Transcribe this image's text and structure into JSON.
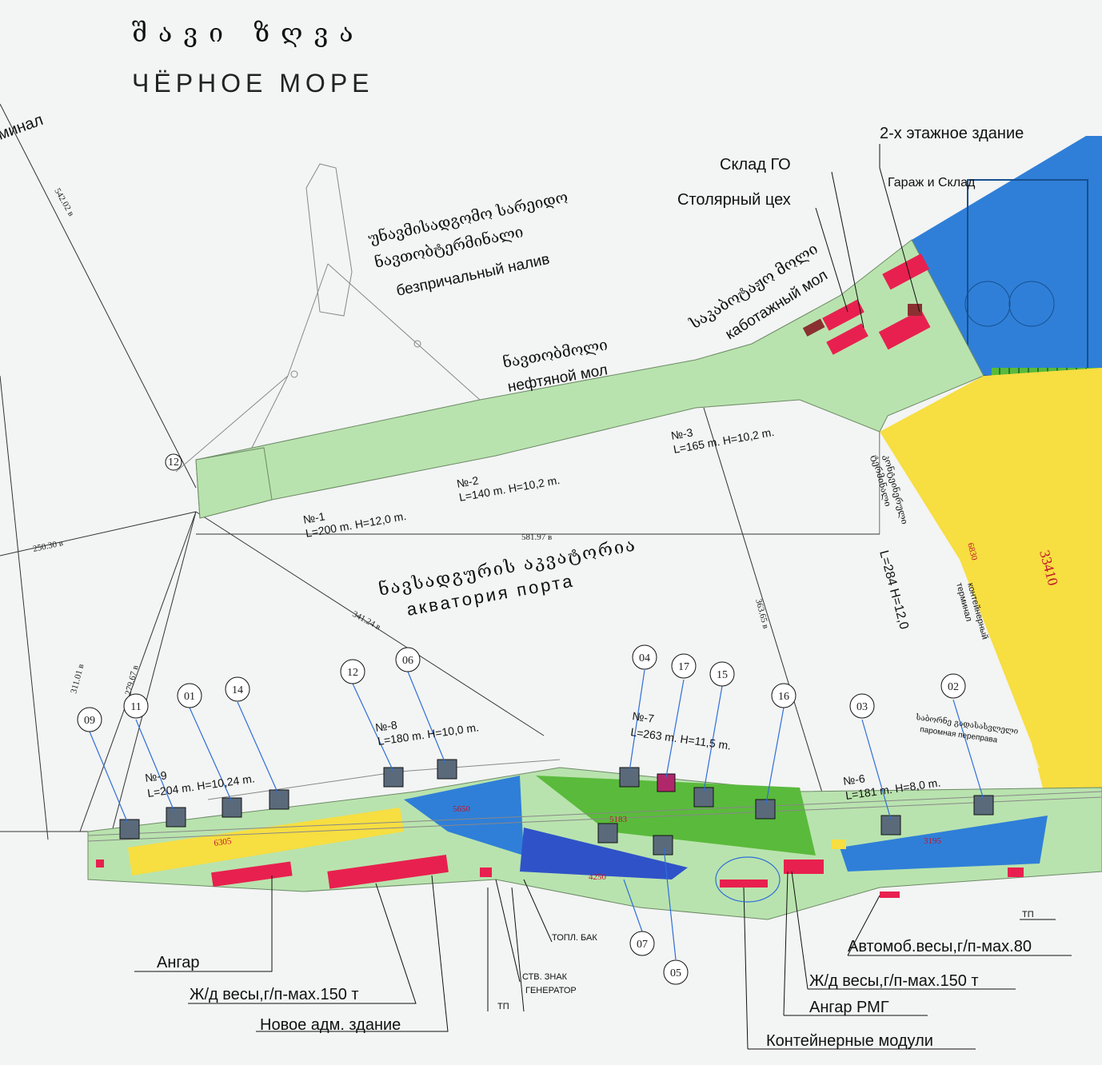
{
  "header": {
    "georgian_title": "შავი ზღვა",
    "russian_title": "ЧЁРНОЕ МОРЕ"
  },
  "top_left_cut": "минал",
  "areas": {
    "tankless_georgian_1": "უნავმისადგომო სარეიდო",
    "tankless_georgian_2": "ნავთობტერმინალი",
    "tankless_russian": "безпричальный налив",
    "oil_pier_georgian": "ნავთობმოლი",
    "oil_pier_russian": "нефтяной мол",
    "cabotage_georgian": "საკაბოტაჟო მოლი",
    "cabotage_russian": "каботажный мол",
    "water_georgian": "ნავსადგურის აკვატორია",
    "water_russian": "акватория порта",
    "container_term_georgian_1": "კონტეინერული",
    "container_term_georgian_2": "ტერმინალი",
    "container_term_russian_1": "контейнерный",
    "container_term_russian_2": "терминал",
    "ferry_georgian": "საბორნე გადასასვლელი",
    "ferry_russian": "паромная переправа"
  },
  "berths": [
    {
      "no": "№-1",
      "spec": "L=200 m. H=12,0 m."
    },
    {
      "no": "№-2",
      "spec": "L=140 m. H=10,2 m."
    },
    {
      "no": "№-3",
      "spec": "L=165 m. H=10,2 m."
    },
    {
      "no": "№-6",
      "spec": "L=181 m. H=8,0 m."
    },
    {
      "no": "№-7",
      "spec": "L=263 m. H=11,5 m."
    },
    {
      "no": "№-8",
      "spec": "L=180 m. H=10,0 m."
    },
    {
      "no": "№-9",
      "spec": "L=204 m. H=10,24 m."
    },
    {
      "no": "",
      "spec": "L=284  H=12,0"
    }
  ],
  "distances": [
    "542.02 в",
    "250.30 в",
    "581.97 в",
    "341.24 в",
    "363.65 в",
    "311.01 в",
    "279.67 в"
  ],
  "area_values": [
    "6305",
    "5650",
    "5183",
    "4250",
    "3195",
    "6830",
    "33410"
  ],
  "markers": [
    "09",
    "11",
    "01",
    "14",
    "12",
    "06",
    "04",
    "17",
    "15",
    "16",
    "03",
    "02",
    "07",
    "05",
    "12"
  ],
  "buildings": {
    "two_storey": "2-х этажное здание",
    "garage": "Гараж и Склад",
    "warehouse_go": "Склад ГО",
    "carpentry": "Столярный цех"
  },
  "bottom_labels": {
    "hangar": "Ангар",
    "rail_scales_1": "Ж/д весы,г/п-мах.150 т",
    "new_admin": "Новое адм. здание",
    "fuel_tank": "ТОПЛ. БАК",
    "str_sign": "СТВ. ЗНАК",
    "generator": "ГЕНЕРАТОР",
    "tp1": "ТП",
    "tp2": "ТП",
    "truck_scales": "Автомоб.весы,г/п-мах.80",
    "rail_scales_2": "Ж/д весы,г/п-мах.150 т",
    "hangar_rmg": "Ангар РМГ",
    "container_modules": "Контейнерные модули"
  },
  "colors": {
    "land": "#b9e3ae",
    "yellow": "#f7de41",
    "blue": "#2f7fd8",
    "green": "#5aba3c",
    "building": "#e8204f",
    "crane": "#5a6a7a"
  }
}
